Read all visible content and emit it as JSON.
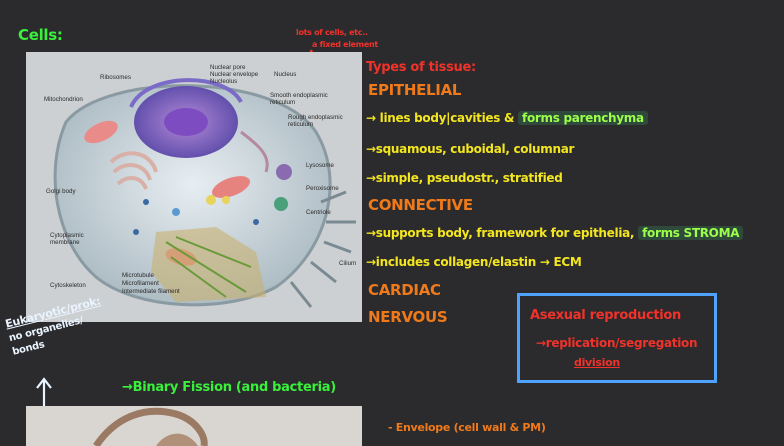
{
  "page": {
    "title": "Cells:",
    "annotation_top": "lots of cells, etc..",
    "annotation_top_2": "a fixed element"
  },
  "diagram": {
    "labels": {
      "ribosomes": "Ribosomes",
      "nuclear_pore": "Nuclear pore",
      "nuclear_envelope": "Nuclear envelope",
      "nucleolus": "Nucleolus",
      "nucleus": "Nucleus",
      "mitochondrion": "Mitochondrion",
      "smooth_er": "Smooth endoplasmic reticulum",
      "rough_er": "Rough endoplasmic reticulum",
      "lysosome": "Lysosome",
      "peroxisome": "Peroxisome",
      "golgi": "Golgi body",
      "centriole": "Centriole",
      "cytoplasmic_membrane": "Cytoplasmic membrane",
      "cilium": "Cilium",
      "cytoskeleton": "Cytoskeleton",
      "microtubule": "Microtubule",
      "microfilament": "Microfilament",
      "intermediate_filament": "Intermediate filament"
    }
  },
  "tissues": {
    "heading": "Types of tissue:",
    "epithelial": "EPITHELIAL",
    "epithelial_note_1": "lines body|cavities &",
    "epithelial_note_1_hl": "forms parenchyma",
    "epithelial_note_2": "squamous, cuboidal, columnar",
    "epithelial_note_3": "simple, pseudostr., stratified",
    "connective": "CONNECTIVE",
    "connective_note_1": "supports body, framework for epithelia,",
    "connective_note_1_hl": "forms STROMA",
    "connective_note_2": "includes collagen/elastin → ECM",
    "cardiac": "CARDIAC",
    "nervous": "NERVOUS"
  },
  "repro_box": {
    "title": "Asexual reproduction",
    "line_1": "replication/segregation",
    "line_2": "division"
  },
  "side_note": {
    "line_1": "Eukaryotic/prok:",
    "line_2": "no organelles/",
    "line_3": "bonds"
  },
  "binary_fission": "Binary Fission (and bacteria)",
  "bottom_note": "- Envelope (cell wall & PM)"
}
